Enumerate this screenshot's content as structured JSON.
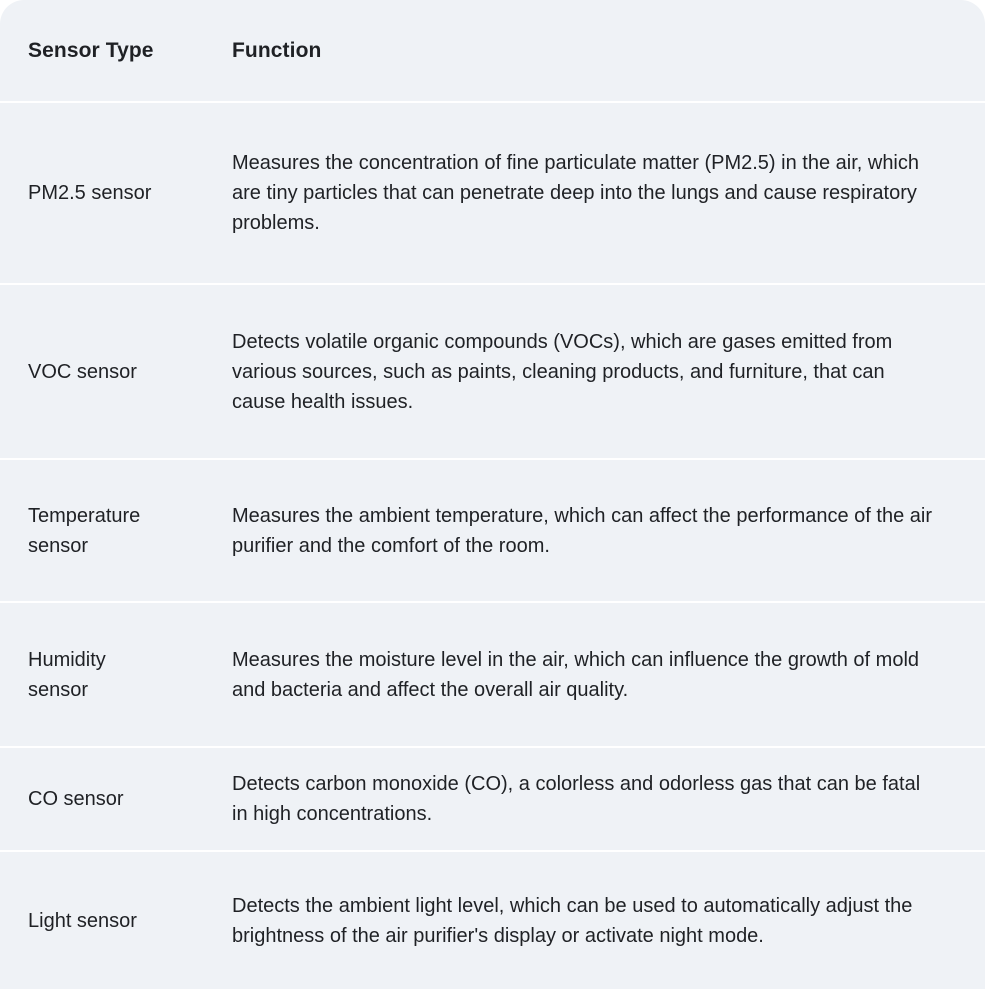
{
  "table": {
    "columns": [
      {
        "label": "Sensor Type"
      },
      {
        "label": "Function"
      }
    ],
    "rows": [
      {
        "type": "PM2.5 sensor",
        "function": "Measures the concentration of fine particulate matter (PM2.5) in the air, which are tiny particles that can penetrate deep into the lungs and cause respiratory problems."
      },
      {
        "type": "VOC sensor",
        "function": "Detects volatile organic compounds (VOCs), which are gases emitted from various sources, such as paints, cleaning products, and furniture, that can cause health issues."
      },
      {
        "type": "Temperature sensor",
        "function": "Measures the ambient temperature, which can affect the performance of the air purifier and the comfort of the room."
      },
      {
        "type": "Humidity sensor",
        "function": "Measures the moisture level in the air, which can influence the growth of mold and bacteria and affect the overall air quality."
      },
      {
        "type": "CO sensor",
        "function": "Detects carbon monoxide (CO), a colorless and odorless gas that can be fatal in high concentrations."
      },
      {
        "type": "Light sensor",
        "function": "Detects the ambient light level, which can be used to automatically adjust the brightness of the air purifier's display or activate night mode."
      }
    ]
  },
  "colors": {
    "card_background": "#eff2f6",
    "text": "#1f2125",
    "page_background": "#ffffff"
  }
}
